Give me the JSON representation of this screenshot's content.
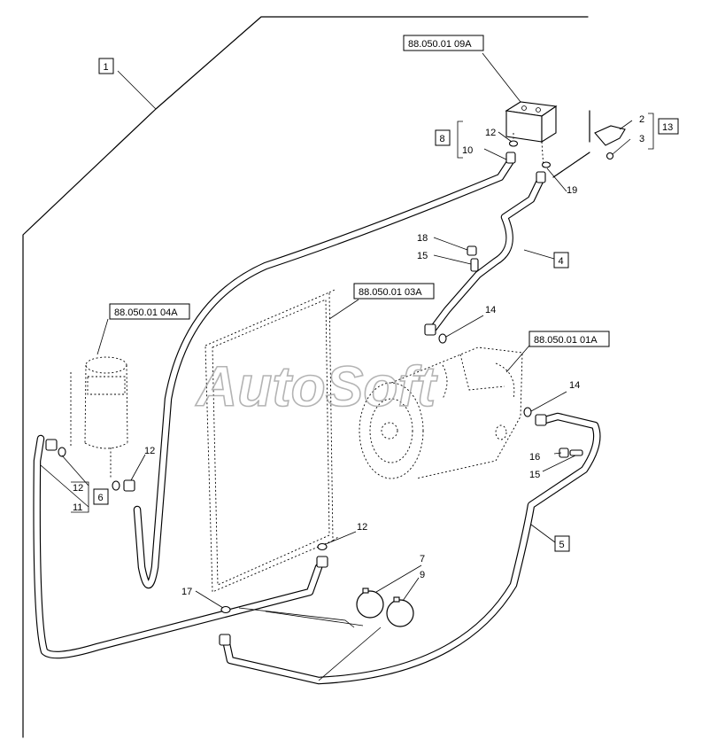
{
  "watermark": "AutoSoft",
  "references": {
    "expansion_valve": "88.050.01 09A",
    "receiver_drier": "88.050.01 04A",
    "condenser": "88.050.01 03A",
    "compressor": "88.050.01 01A"
  },
  "callouts": {
    "n1": "1",
    "n2": "2",
    "n3": "3",
    "n4": "4",
    "n5": "5",
    "n6": "6",
    "n7": "7",
    "n8": "8",
    "n9": "9",
    "n10": "10",
    "n11": "11",
    "n12a": "12",
    "n12b": "12",
    "n12c": "12",
    "n12d": "12",
    "n13": "13",
    "n14a": "14",
    "n14b": "14",
    "n15a": "15",
    "n15b": "15",
    "n16": "16",
    "n17": "17",
    "n18": "18",
    "n19": "19"
  }
}
